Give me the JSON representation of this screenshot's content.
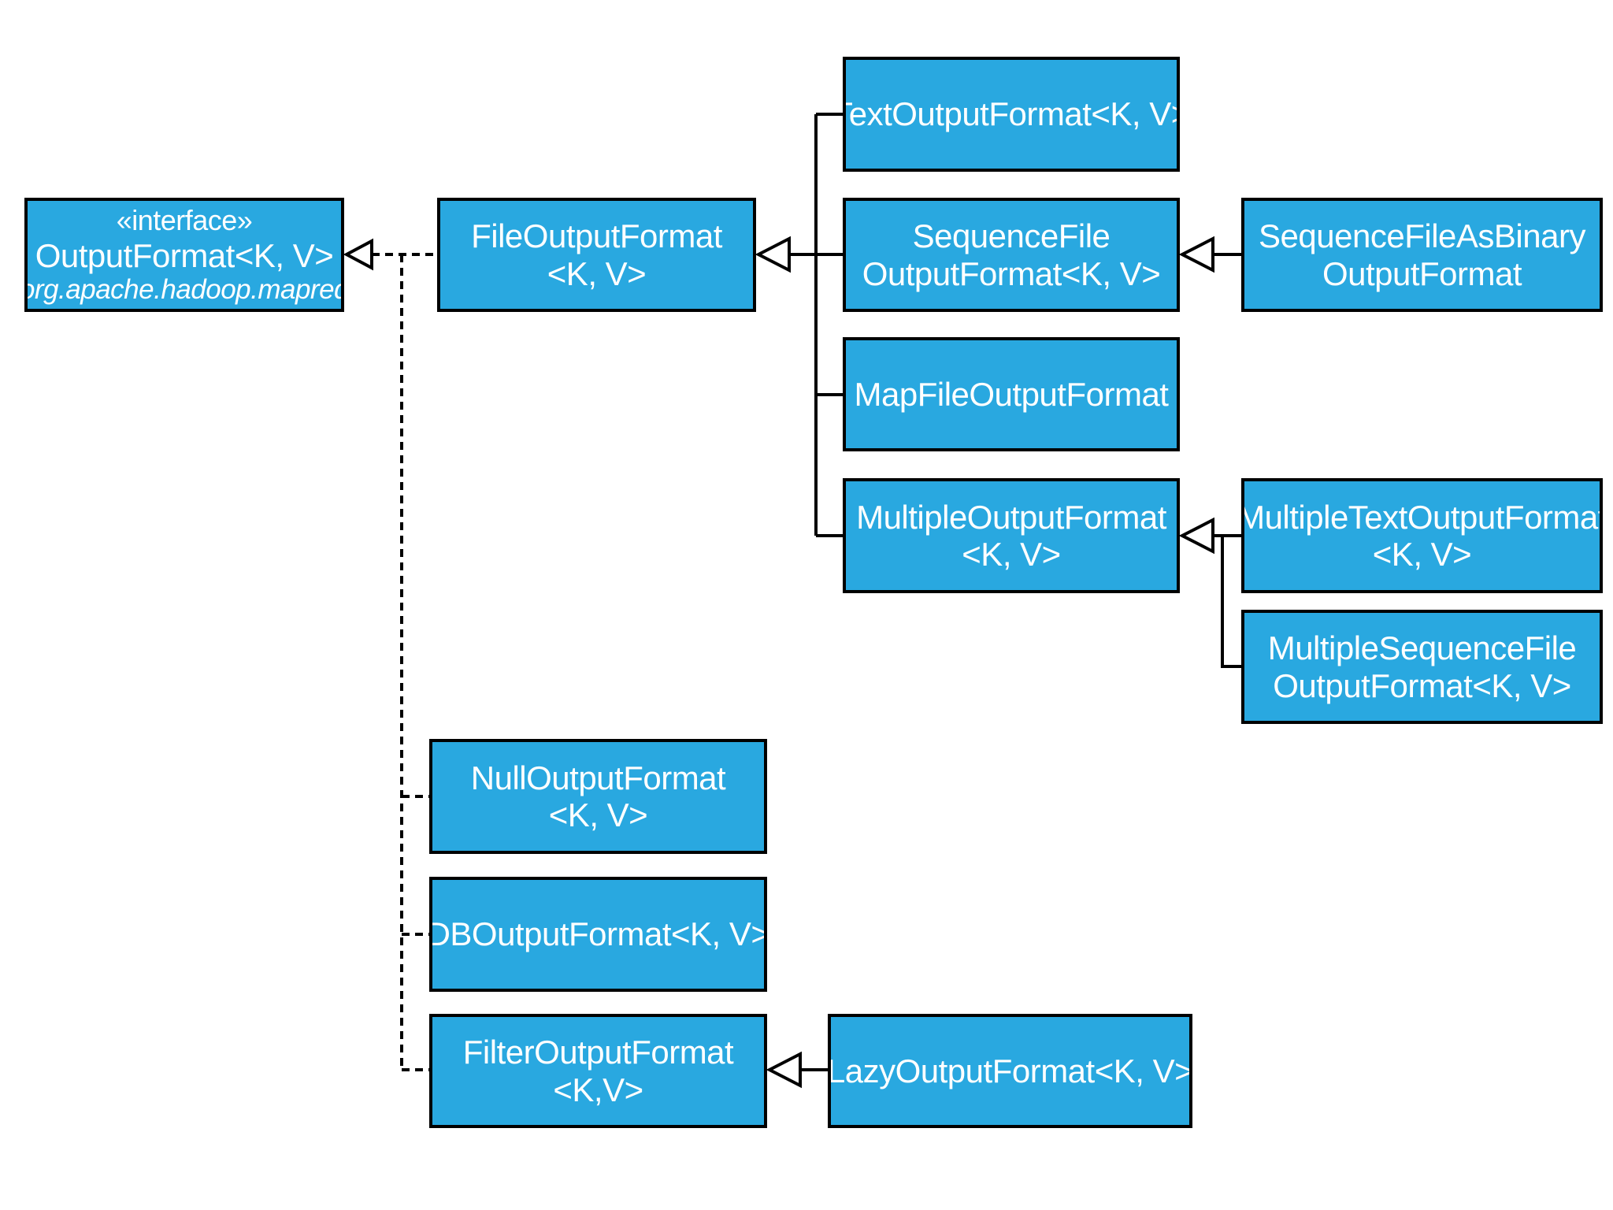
{
  "colors": {
    "box_fill": "#29a8e0",
    "box_border": "#000000",
    "text": "#ffffff",
    "line": "#000000"
  },
  "boxes": {
    "outputformat": {
      "stereotype": "«interface»",
      "name": "OutputFormat<K, V>",
      "package": "org.apache.hadoop.mapred"
    },
    "fileoutput": {
      "line1": "FileOutputFormat",
      "line2": "<K, V>"
    },
    "textoutput": {
      "line1": "TextOutputFormat<K, V>"
    },
    "seqfile": {
      "line1": "SequenceFile",
      "line2": "OutputFormat<K, V>"
    },
    "seqbinary": {
      "line1": "SequenceFileAsBinary",
      "line2": "OutputFormat"
    },
    "mapfile": {
      "line1": "MapFileOutputFormat"
    },
    "multiple": {
      "line1": "MultipleOutputFormat",
      "line2": "<K, V>"
    },
    "multitext": {
      "line1": "MultipleTextOutputFormat",
      "line2": "<K, V>"
    },
    "multiseq": {
      "line1": "MultipleSequenceFile",
      "line2": "OutputFormat<K, V>"
    },
    "nulloutput": {
      "line1": "NullOutputFormat",
      "line2": "<K, V>"
    },
    "dboutput": {
      "line1": "DBOutputFormat<K, V>"
    },
    "filteroutput": {
      "line1": "FilterOutputFormat",
      "line2": "<K,V>"
    },
    "lazyoutput": {
      "line1": "LazyOutputFormat<K, V>"
    }
  }
}
